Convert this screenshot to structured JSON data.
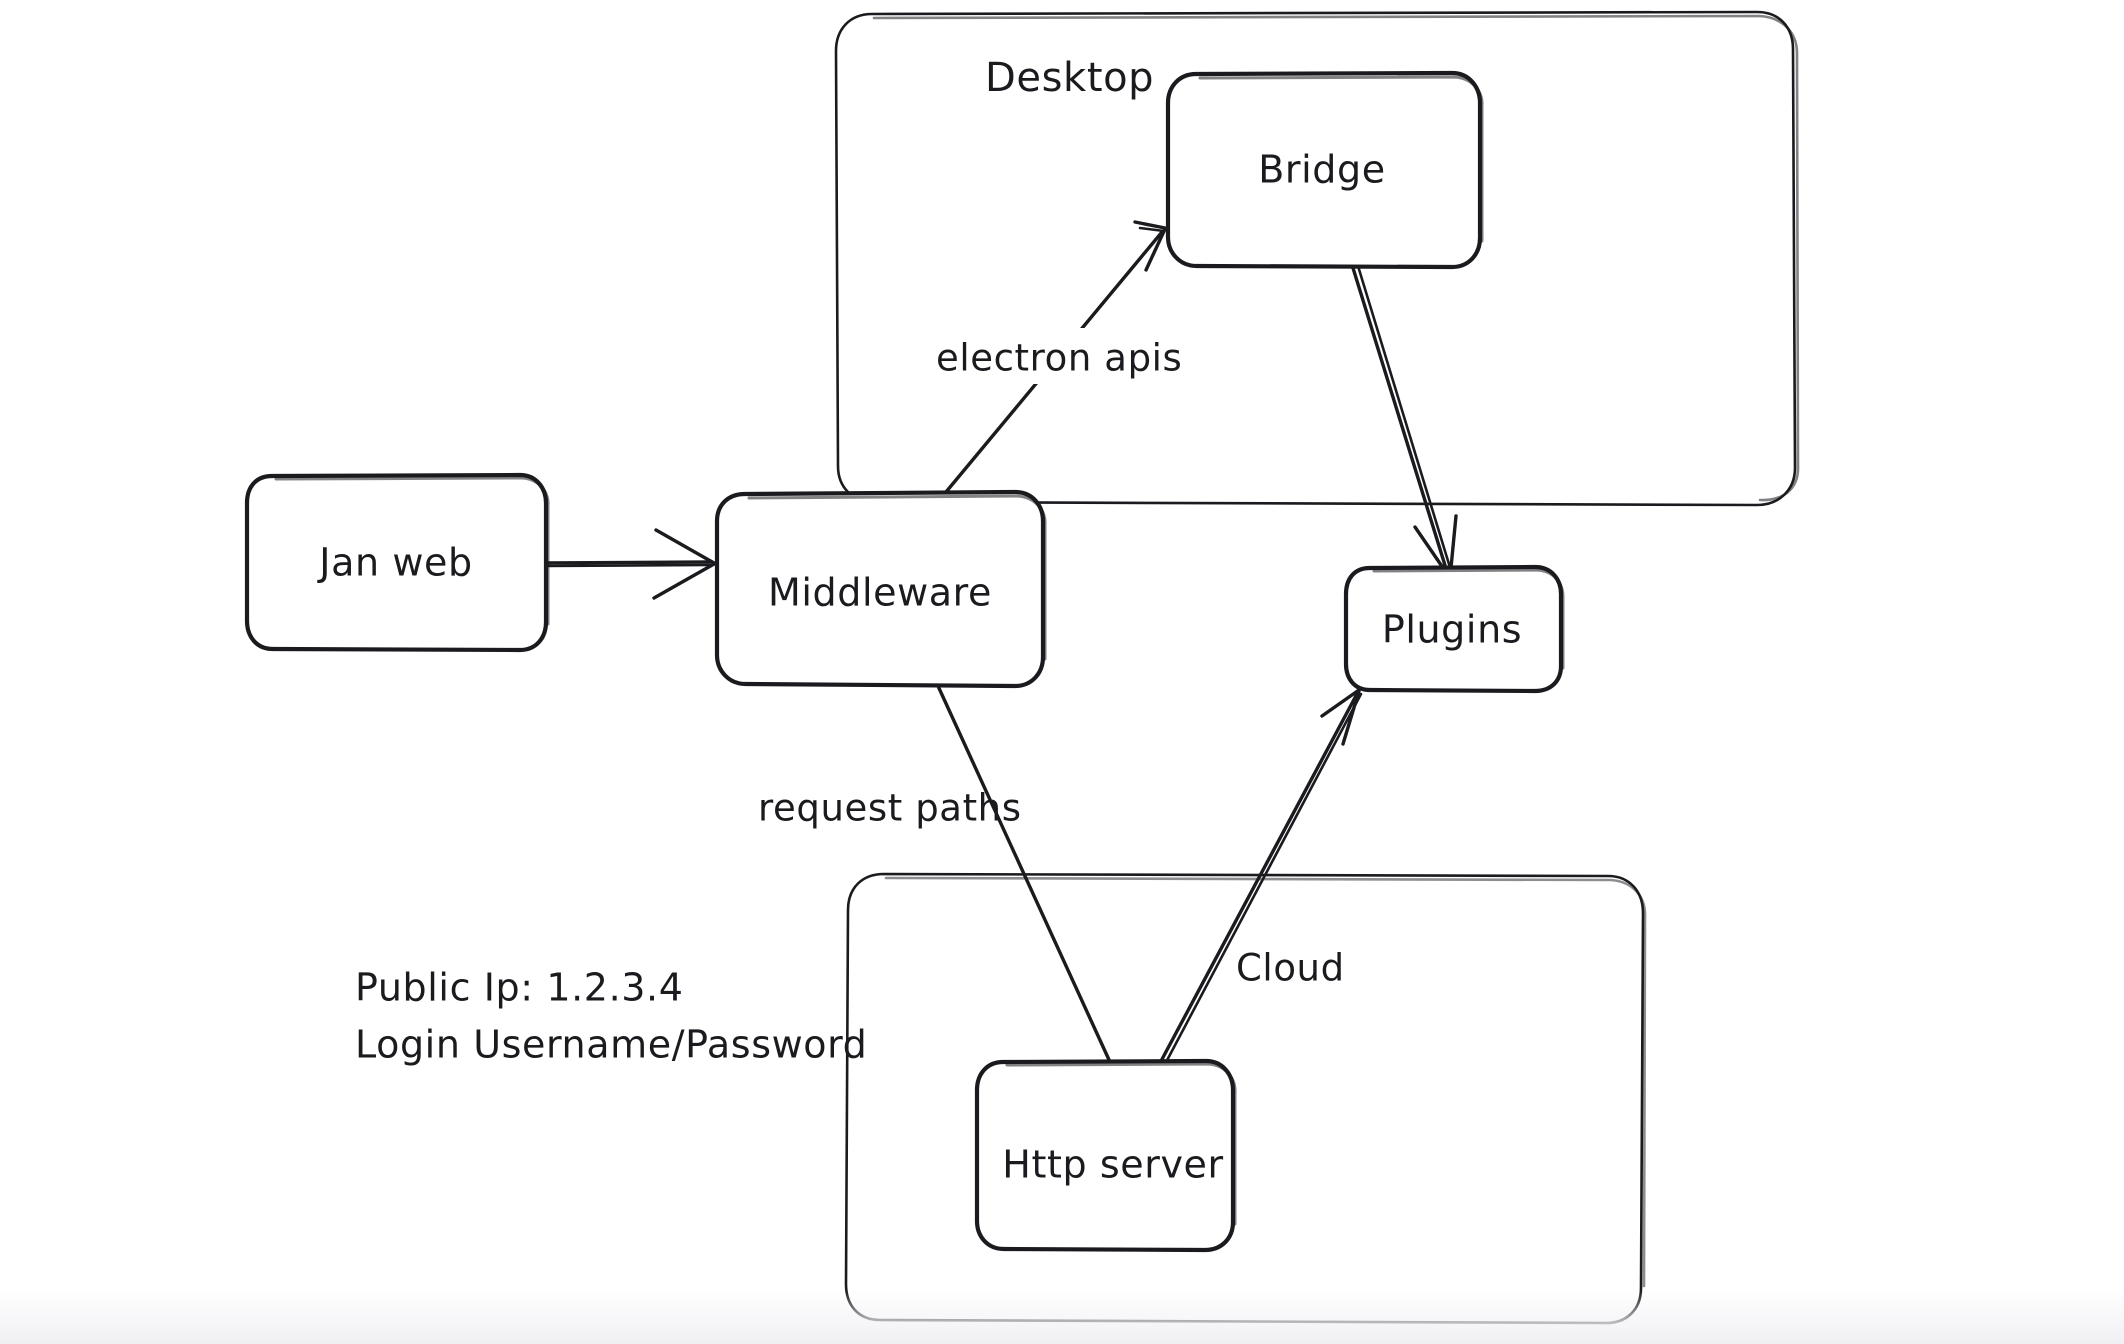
{
  "diagram": {
    "background_color": "#ffffff",
    "ink_color": "#1b1b1f",
    "style": "hand-drawn whiteboard sketch",
    "groups": [
      {
        "id": "desktop",
        "label": "Desktop"
      },
      {
        "id": "cloud_group",
        "label": ""
      }
    ],
    "nodes": [
      {
        "id": "jan_web",
        "label": "Jan web"
      },
      {
        "id": "middleware",
        "label": "Middleware"
      },
      {
        "id": "bridge",
        "label": "Bridge"
      },
      {
        "id": "plugins",
        "label": "Plugins"
      },
      {
        "id": "http_server",
        "label": "Http server"
      }
    ],
    "edges": [
      {
        "id": "e1",
        "from": "jan_web",
        "to": "middleware",
        "label": ""
      },
      {
        "id": "e2",
        "from": "middleware",
        "to": "bridge",
        "label": "electron apis"
      },
      {
        "id": "e3",
        "from": "bridge",
        "to": "plugins",
        "label": ""
      },
      {
        "id": "e4",
        "from": "middleware",
        "to": "http_server",
        "label": "request paths"
      },
      {
        "id": "e5",
        "from": "http_server",
        "to": "plugins",
        "label": "Cloud"
      }
    ],
    "notes": {
      "line1": "Public Ip: 1.2.3.4",
      "line2": "Login Username/Password"
    }
  }
}
